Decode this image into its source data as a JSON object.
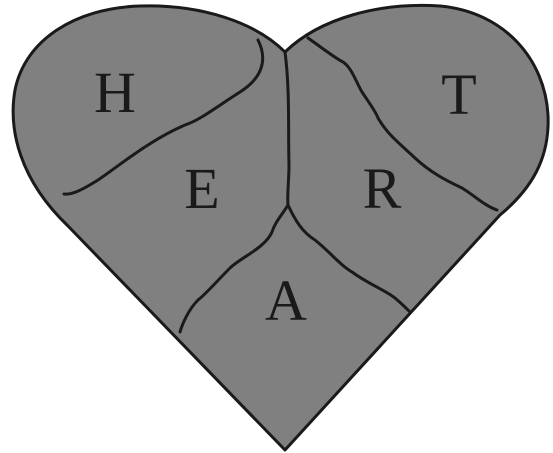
{
  "figure": {
    "fill_color": "#808080",
    "stroke_color": "#1a1a1a",
    "letter_color": "#1a1a1a",
    "background_color": "#ffffff"
  },
  "regions": [
    {
      "id": "h",
      "letter": "H"
    },
    {
      "id": "e",
      "letter": "E"
    },
    {
      "id": "a",
      "letter": "A"
    },
    {
      "id": "r",
      "letter": "R"
    },
    {
      "id": "t",
      "letter": "T"
    }
  ]
}
